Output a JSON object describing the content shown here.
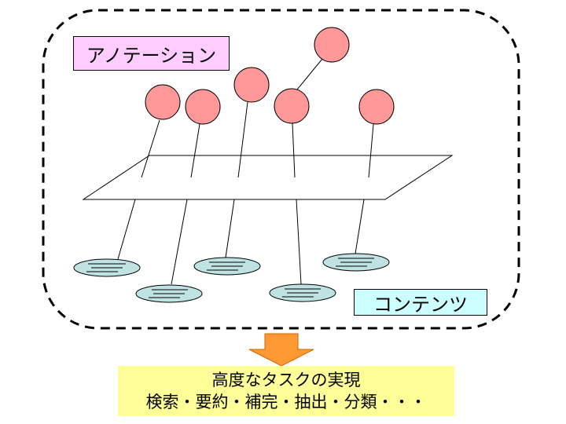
{
  "labels": {
    "annotation": "アノテーション",
    "contents": "コンテンツ"
  },
  "result": {
    "line1": "高度なタスクの実現",
    "line2": "検索・要約・補完・抽出・分類・・・"
  },
  "colors": {
    "annotation_node": "#ff9999",
    "content_disc": "#bfe3e3",
    "annotation_label_bg": "#ffccff",
    "contents_label_bg": "#ccffff",
    "result_bg": "#ffff99",
    "arrow": "#ff9933"
  }
}
